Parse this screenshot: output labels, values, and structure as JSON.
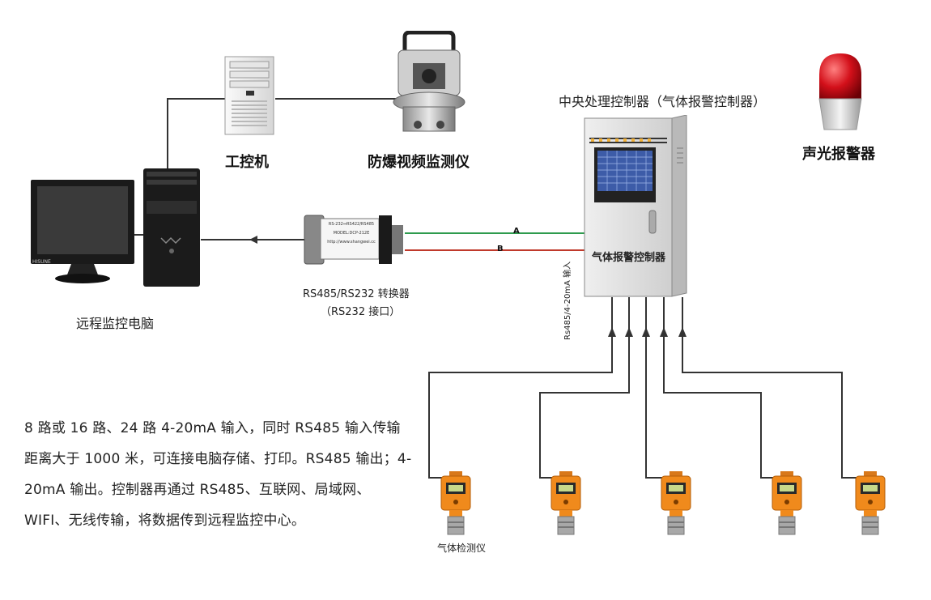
{
  "labels": {
    "industrial_pc": "工控机",
    "explosion_camera": "防爆视频监测仪",
    "central_controller": "中央处理控制器（气体报警控制器）",
    "alarm": "声光报警器",
    "remote_pc": "远程监控电脑",
    "converter": "RS485/RS232 转换器",
    "converter_port": "（RS232 接口）",
    "panel_text": "气体报警控制器",
    "input_label": "Rs485/4-20mA 输入",
    "wire_a": "A",
    "wire_b": "B",
    "sensor": "气体检测仪"
  },
  "converter_text": {
    "line1": "RS-232⇔RS422/RS485",
    "line2": "MODEL:DCP-212E",
    "line3": "http://www.shangwei.cc"
  },
  "monitor_brand": "HISUNE",
  "description": "8 路或 16 路、24 路 4-20mA 输入，同时 RS485 输入传输距离大于 1000 米，可连接电脑存储、打印。RS485 输出；4-20mA 输出。控制器再通过 RS485、互联网、局域网、WIFI、无线传输，将数据传到远程监控中心。",
  "colors": {
    "wire": "#333333",
    "wire_a": "#2e9b4e",
    "wire_b": "#c0392b",
    "sensor_orange": "#f08a1c",
    "alarm_red": "#c8101a",
    "cabinet": "#dcdcdc"
  }
}
